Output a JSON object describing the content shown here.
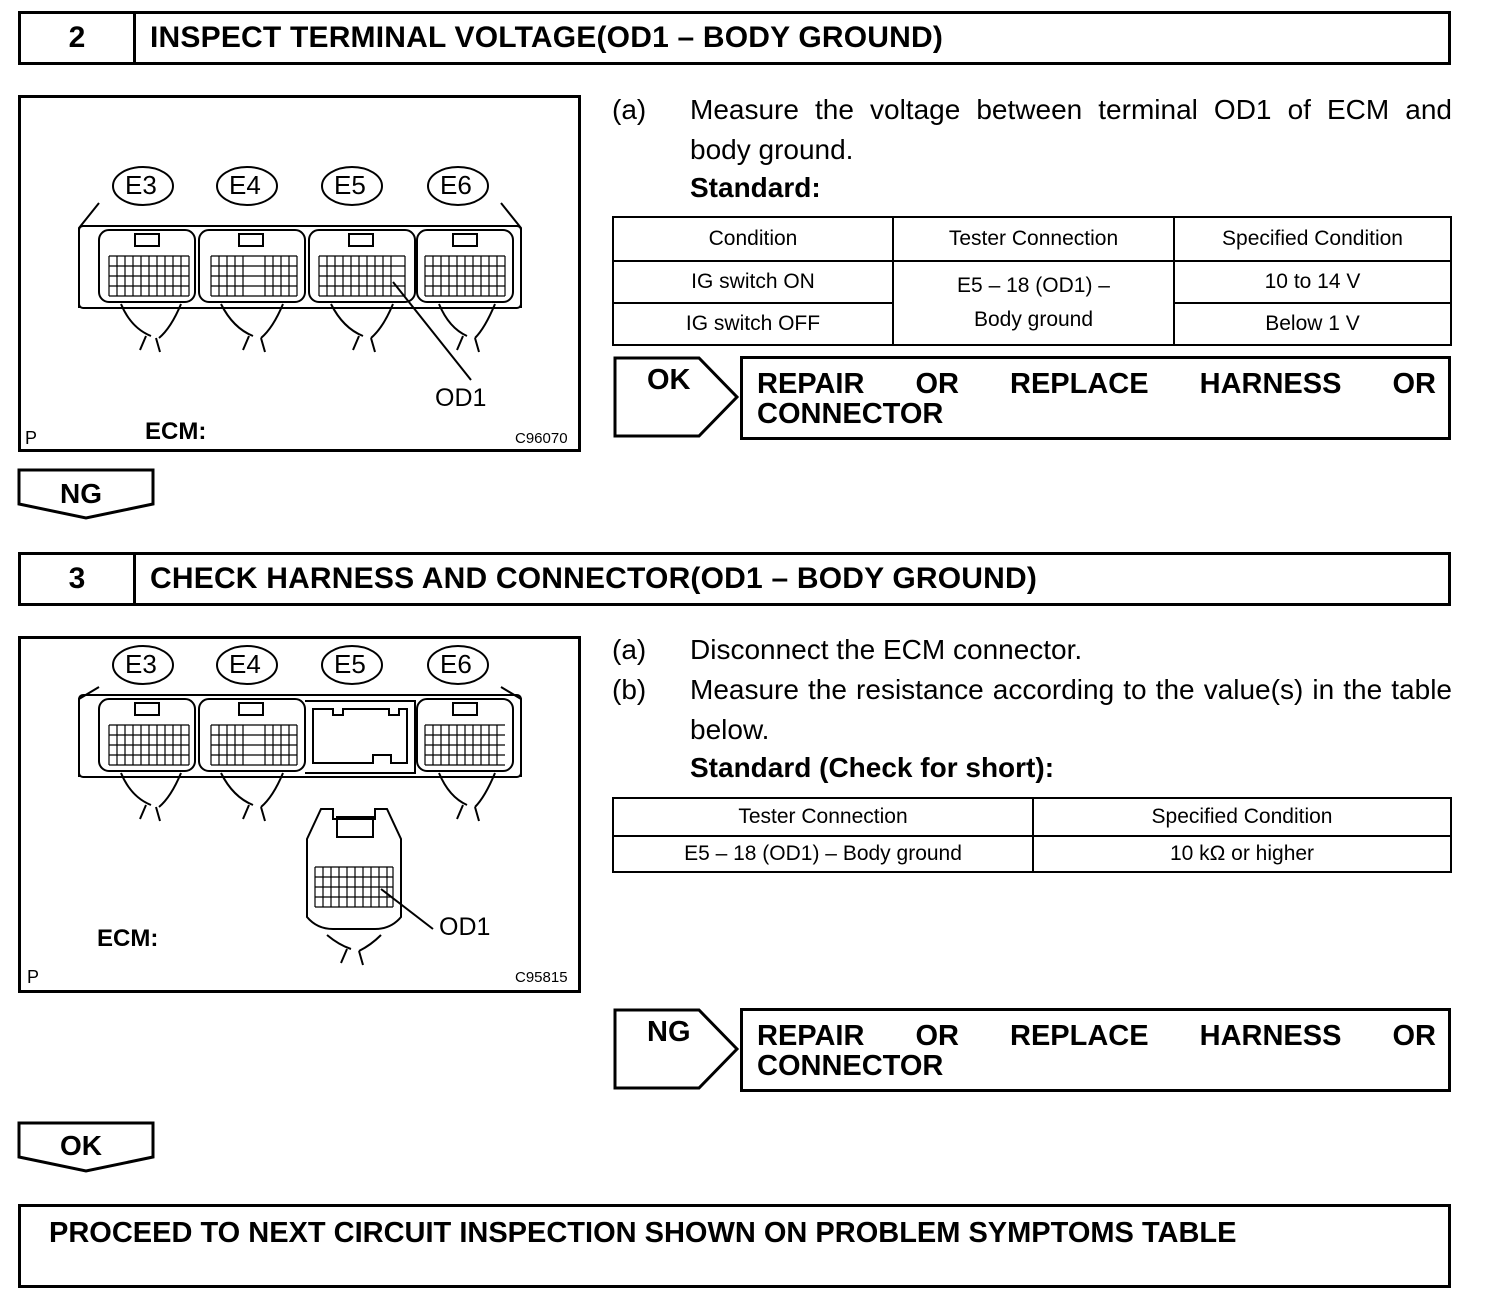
{
  "step2": {
    "number": "2",
    "title": "INSPECT TERMINAL VOLTAGE(OD1 – BODY GROUND)",
    "figure": {
      "connectors": [
        "E3",
        "E4",
        "E5",
        "E6"
      ],
      "terminal_label": "OD1",
      "ecm_label": "ECM:",
      "corner_letter": "P",
      "figure_code": "C96070"
    },
    "instruction_a_label": "(a)",
    "instruction_a": "Measure the voltage between terminal OD1 of ECM and body ground.",
    "standard_label": "Standard:",
    "table": {
      "headers": [
        "Condition",
        "Tester Connection",
        "Specified Condition"
      ],
      "rows": [
        {
          "condition": "IG switch ON",
          "specified": "10 to 14 V"
        },
        {
          "condition": "IG switch OFF",
          "specified": "Below 1 V"
        }
      ],
      "tester_connection_line1": "E5 – 18 (OD1) –",
      "tester_connection_line2": "Body ground"
    },
    "ok_label": "OK",
    "ok_action_line1_words": [
      "REPAIR",
      "OR",
      "REPLACE",
      "HARNESS",
      "OR"
    ],
    "ok_action_line2": "CONNECTOR",
    "ng_label": "NG"
  },
  "step3": {
    "number": "3",
    "title": "CHECK HARNESS AND CONNECTOR(OD1 – BODY GROUND)",
    "figure": {
      "connectors": [
        "E3",
        "E4",
        "E5",
        "E6"
      ],
      "terminal_label": "OD1",
      "ecm_label": "ECM:",
      "corner_letter": "P",
      "figure_code": "C95815"
    },
    "instruction_a_label": "(a)",
    "instruction_a": "Disconnect the ECM connector.",
    "instruction_b_label": "(b)",
    "instruction_b": "Measure the resistance according to the value(s) in the table below.",
    "standard_label": "Standard (Check for short):",
    "table": {
      "headers": [
        "Tester Connection",
        "Specified Condition"
      ],
      "row": [
        "E5 – 18 (OD1) – Body ground",
        "10 kΩ or higher"
      ]
    },
    "ng_label": "NG",
    "ng_action_line1_words": [
      "REPAIR",
      "OR",
      "REPLACE",
      "HARNESS",
      "OR"
    ],
    "ng_action_line2": "CONNECTOR",
    "ok_label": "OK"
  },
  "final_step": "PROCEED TO NEXT CIRCUIT INSPECTION SHOWN ON PROBLEM SYMPTOMS TABLE"
}
